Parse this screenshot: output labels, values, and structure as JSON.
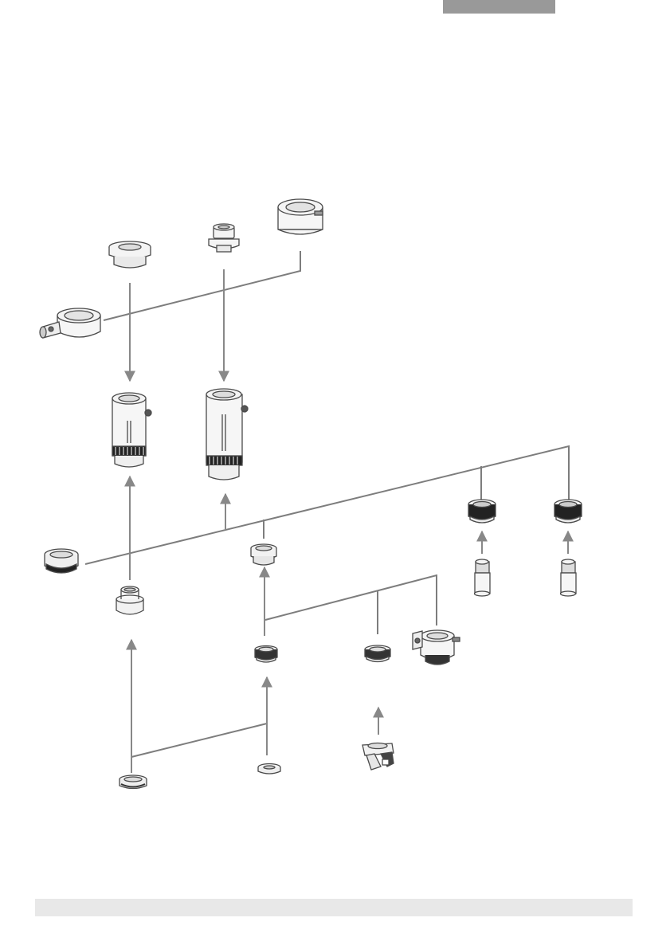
{
  "colors": {
    "header_tab": "#999999",
    "footer_bar": "#e8e8e8",
    "line": "#7d7d7d",
    "arrow": "#888888",
    "part_fill": "#f4f4f4",
    "part_stroke": "#4a4a4a",
    "knurl": "#222222"
  },
  "diagram": {
    "components": [
      "ring-adapter-top",
      "c-mount-adapter-top",
      "camera-adapter-top",
      "side-port-adapter",
      "zoom-tube-left",
      "zoom-tube-right",
      "knurled-ring-left",
      "tube-adapter",
      "mount-ring-center",
      "knurled-ring-right-1",
      "knurled-ring-right-2",
      "eyepiece-1",
      "eyepiece-2",
      "mount-ring-lower",
      "mount-ring-middle",
      "clamp-adapter",
      "flat-ring-bottom-left",
      "flat-ring-bottom-center",
      "bracket-holder"
    ]
  }
}
